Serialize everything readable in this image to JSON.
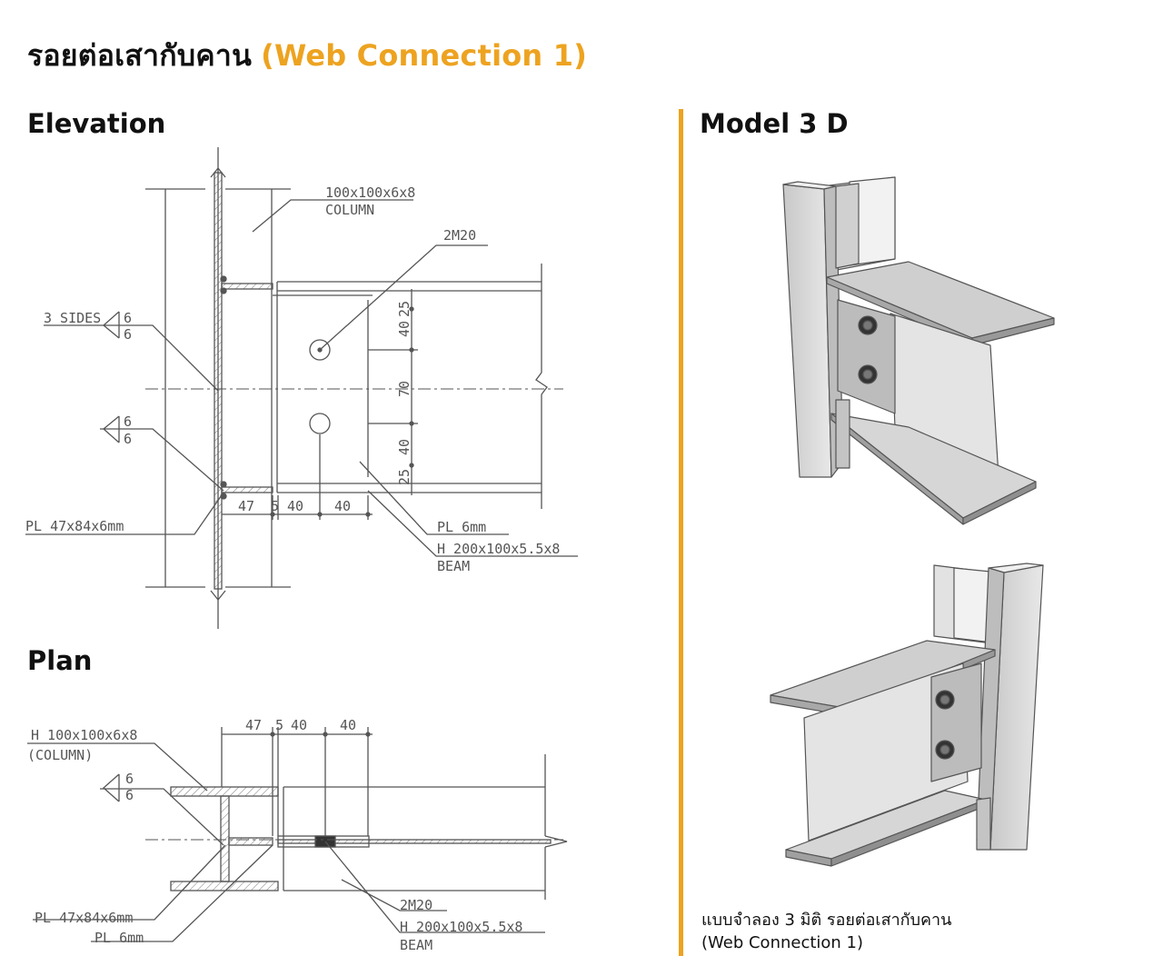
{
  "title": {
    "thai": "รอยต่อเสากับคาน",
    "english": "(Web Connection 1)"
  },
  "headings": {
    "elevation": "Elevation",
    "plan": "Plan",
    "model": "Model 3 D"
  },
  "elevation": {
    "column_size": "100x100x6x8",
    "column_word": "COLUMN",
    "bolts": "2M20",
    "weld_top": "3 SIDES",
    "weld_size": "6",
    "plate_a": "PL 47x84x6mm",
    "plate_b": "PL 6mm",
    "beam_size": "H 200x100x5.5x8",
    "beam_word": "BEAM",
    "vdims": [
      "25",
      "40",
      "70",
      "40",
      "25"
    ],
    "hdims": [
      "47",
      "5",
      "40",
      "40"
    ]
  },
  "plan": {
    "column_size": "H 100x100x6x8",
    "column_word": "(COLUMN)",
    "weld_size": "6",
    "hdims": [
      "47",
      "5",
      "40",
      "40"
    ],
    "bolts": "2M20",
    "plate_a": "PL 47x84x6mm",
    "plate_b": "PL 6mm",
    "beam_size": "H 200x100x5.5x8",
    "beam_word": "BEAM"
  },
  "caption": {
    "line1": "แบบจำลอง 3 มิติ รอยต่อเสากับคาน",
    "line2": "(Web Connection 1)"
  },
  "colors": {
    "accent": "#eda320",
    "line": "#555555",
    "steel": "#d9d9d9"
  }
}
